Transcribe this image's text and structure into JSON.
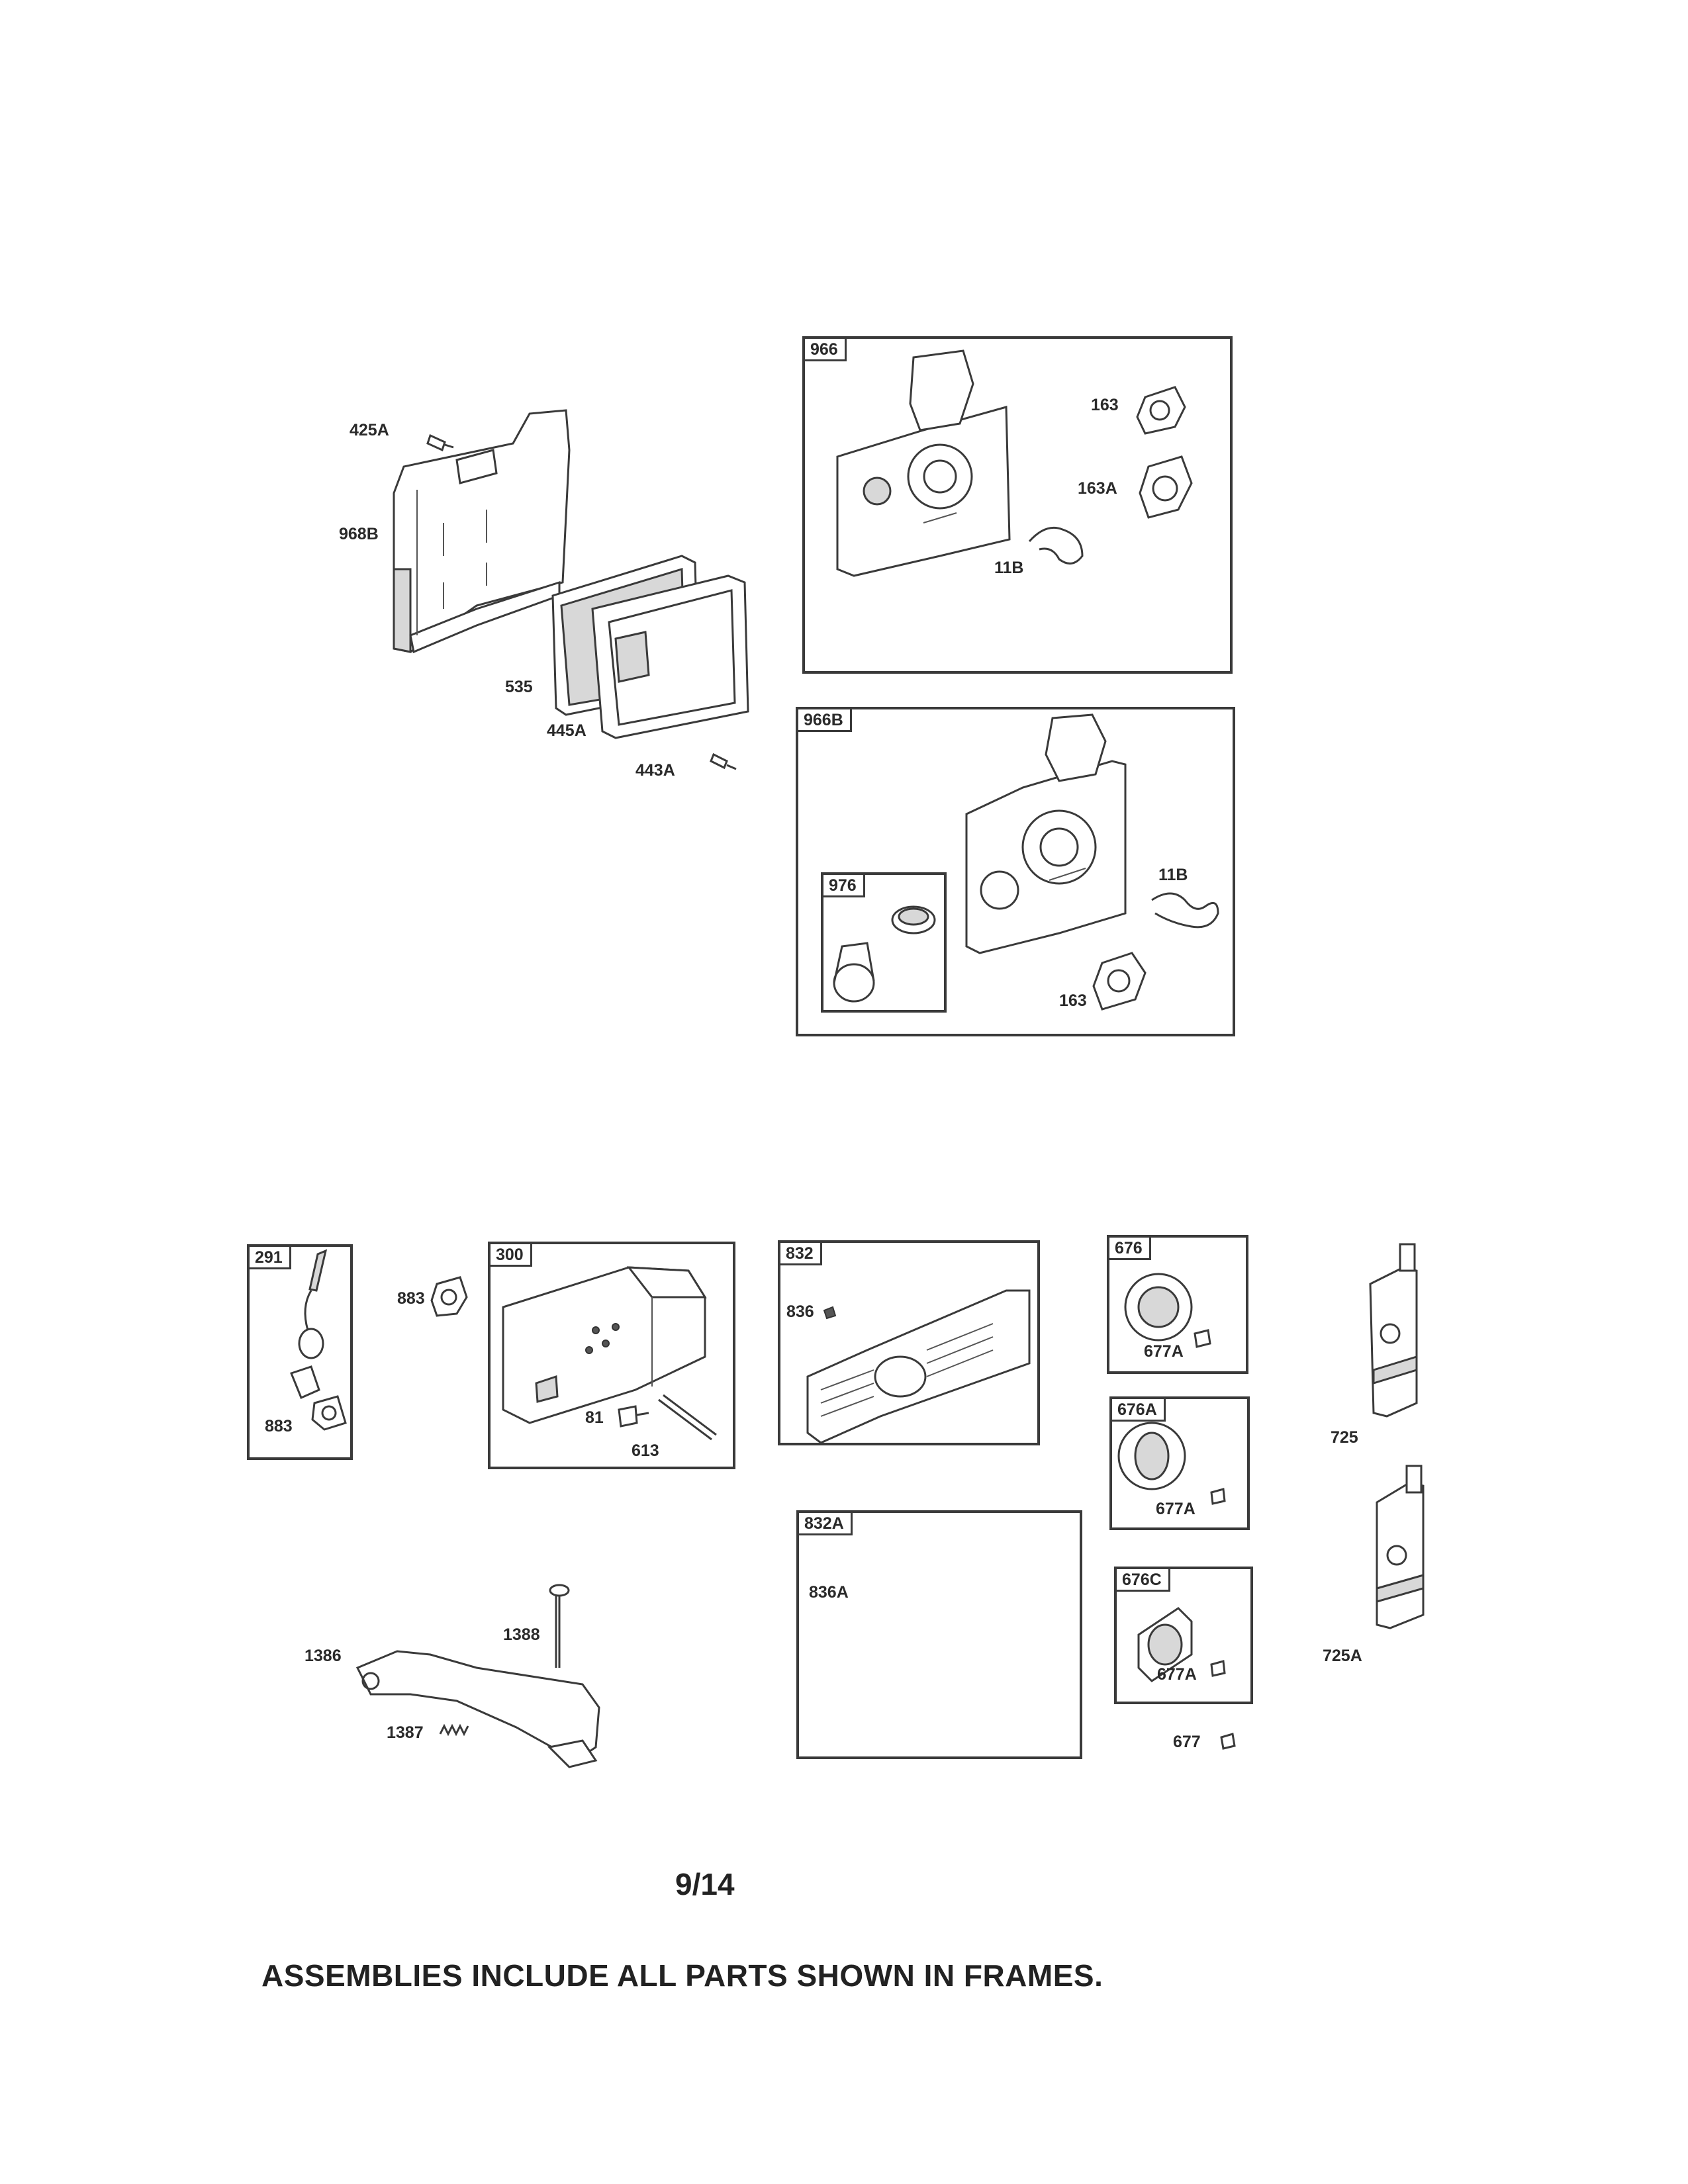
{
  "labels": {
    "p425A": "425A",
    "p968B": "968B",
    "p535": "535",
    "p445A": "445A",
    "p443A": "443A",
    "p163a": "163",
    "p163A": "163A",
    "p11Ba": "11B",
    "p11Bb": "11B",
    "p163b": "163",
    "p883a": "883",
    "p883b": "883",
    "p81": "81",
    "p613": "613",
    "p836": "836",
    "p677Aa": "677A",
    "p677Ab": "677A",
    "p725": "725",
    "p1386": "1386",
    "p1388": "1388",
    "p1387": "1387",
    "p836A": "836A",
    "p677Ac": "677A",
    "p677": "677",
    "p725A": "725A"
  },
  "frames": {
    "f966": "966",
    "f966B": "966B",
    "f976": "976",
    "f291": "291",
    "f300": "300",
    "f832": "832",
    "f676": "676",
    "f676A": "676A",
    "f832A": "832A",
    "f676C": "676C"
  },
  "page_number": "9/14",
  "footer_note": "ASSEMBLIES INCLUDE ALL PARTS SHOWN IN FRAMES."
}
